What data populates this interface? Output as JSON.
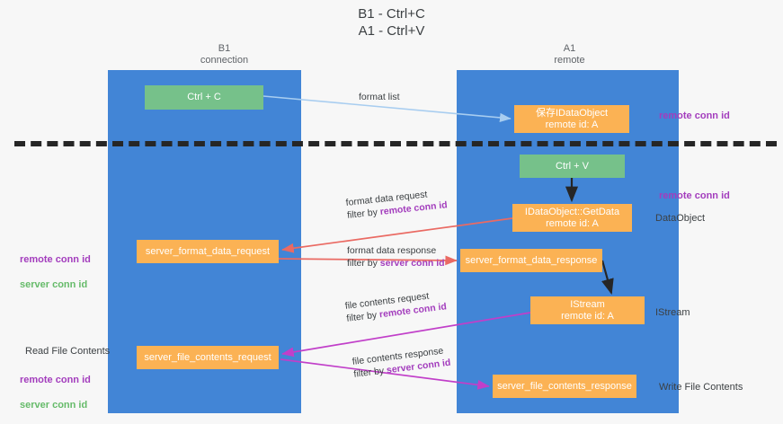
{
  "title": "B1 - Ctrl+C\nA1 - Ctrl+V",
  "lanes": [
    {
      "id": "b1",
      "header": "B1\nconnection",
      "color": "#4285d6"
    },
    {
      "id": "a1",
      "header": "A1\nremote",
      "color": "#4285d6"
    }
  ],
  "colors": {
    "lane": "#4285d6",
    "green_node": "#76c18a",
    "orange_node": "#fbb254",
    "purple_text": "#a33dbd",
    "green_text": "#66bb6a",
    "dark_text": "#3c4043",
    "arrow_blue": "#a8cdf0",
    "arrow_black": "#262626",
    "arrow_red": "#ea6a63",
    "arrow_magenta": "#c13fc9",
    "divider": "#262626"
  },
  "nodes": [
    {
      "id": "ctrl-c",
      "label": "Ctrl + C",
      "type": "green",
      "lane": "b1"
    },
    {
      "id": "idataobject-save",
      "label": "保存IDataObject\nremote id: A",
      "type": "orange",
      "lane": "a1"
    },
    {
      "id": "ctrl-v",
      "label": "Ctrl + V",
      "type": "green",
      "lane": "a1"
    },
    {
      "id": "idataobject-getdata",
      "label": "IDataObject::GetData\nremote id: A",
      "type": "orange",
      "lane": "a1"
    },
    {
      "id": "server-format-data-request",
      "label": "server_format_data_request",
      "type": "orange",
      "lane": "b1"
    },
    {
      "id": "server-format-data-response",
      "label": "server_format_data_response",
      "type": "orange",
      "lane": "a1"
    },
    {
      "id": "istream",
      "label": "IStream\nremote id: A",
      "type": "orange",
      "lane": "a1"
    },
    {
      "id": "server-file-contents-request",
      "label": "server_file_contents_request",
      "type": "orange",
      "lane": "b1"
    },
    {
      "id": "server-file-contents-response",
      "label": "server_file_contents_response",
      "type": "orange",
      "lane": "a1"
    }
  ],
  "edges": {
    "format_list": "format list",
    "format_data_request": {
      "line1": "format data request",
      "line2_prefix": "filter by ",
      "line2_key": "remote conn id"
    },
    "format_data_response": {
      "line1": "format data response",
      "line2_prefix": "filter by ",
      "line2_key": "server conn id"
    },
    "file_contents_request": {
      "line1": "file contents request",
      "line2_prefix": "filter by ",
      "line2_key": "remote conn id"
    },
    "file_contents_response": {
      "line1": "file contents response",
      "line2_prefix": "filter by ",
      "line2_key": "server conn id"
    }
  },
  "annotations": {
    "right": {
      "remote_conn_id_top": "remote conn id",
      "remote_conn_id_mid": "remote conn id",
      "dataobject": "DataObject",
      "istream": "IStream",
      "write_file_contents": "Write File Contents"
    },
    "left": {
      "remote_conn_id_a": "remote conn id",
      "server_conn_id_a": "server conn id",
      "read_file_contents": "Read File Contents",
      "remote_conn_id_b": "remote conn id",
      "server_conn_id_b": "server conn id"
    }
  }
}
